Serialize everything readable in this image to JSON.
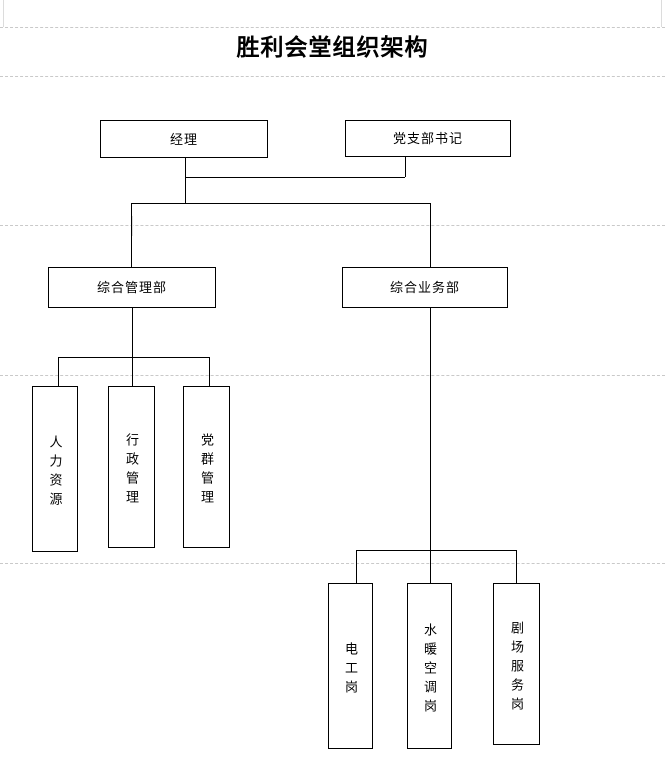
{
  "document": {
    "title": "胜利会堂组织架构"
  },
  "org_chart": {
    "type": "organization-chart",
    "levels": [
      {
        "level": 1,
        "nodes": [
          {
            "id": "manager",
            "label": "经理",
            "orientation": "horizontal"
          },
          {
            "id": "party-secretary",
            "label": "党支部书记",
            "orientation": "horizontal"
          }
        ]
      },
      {
        "level": 2,
        "nodes": [
          {
            "id": "general-management-dept",
            "label": "综合管理部",
            "orientation": "horizontal"
          },
          {
            "id": "general-business-dept",
            "label": "综合业务部",
            "orientation": "horizontal"
          }
        ]
      },
      {
        "level": 3,
        "nodes": [
          {
            "id": "human-resources",
            "label": "人力资源",
            "orientation": "vertical",
            "parent": "general-management-dept"
          },
          {
            "id": "administration",
            "label": "行政管理",
            "orientation": "vertical",
            "parent": "general-management-dept"
          },
          {
            "id": "party-mass-management",
            "label": "党群管理",
            "orientation": "vertical",
            "parent": "general-management-dept"
          },
          {
            "id": "electrician-post",
            "label": "电工岗",
            "orientation": "vertical",
            "parent": "general-business-dept"
          },
          {
            "id": "hvac-plumbing-post",
            "label": "水暖空调岗",
            "orientation": "vertical",
            "parent": "general-business-dept"
          },
          {
            "id": "theater-service-post",
            "label": "剧场服务岗",
            "orientation": "vertical",
            "parent": "general-business-dept"
          }
        ]
      }
    ],
    "edges": [
      {
        "from": "manager",
        "to": "party-secretary"
      },
      {
        "from": "manager",
        "to": "general-management-dept"
      },
      {
        "from": "manager",
        "to": "general-business-dept"
      },
      {
        "from": "general-management-dept",
        "to": "human-resources"
      },
      {
        "from": "general-management-dept",
        "to": "administration"
      },
      {
        "from": "general-management-dept",
        "to": "party-mass-management"
      },
      {
        "from": "general-business-dept",
        "to": "electrician-post"
      },
      {
        "from": "general-business-dept",
        "to": "hvac-plumbing-post"
      },
      {
        "from": "general-business-dept",
        "to": "theater-service-post"
      }
    ],
    "colors": {
      "box_border": "#000000",
      "connector": "#000000",
      "page_guide": "#c9c9c9",
      "background": "#ffffff",
      "text": "#000000"
    }
  }
}
